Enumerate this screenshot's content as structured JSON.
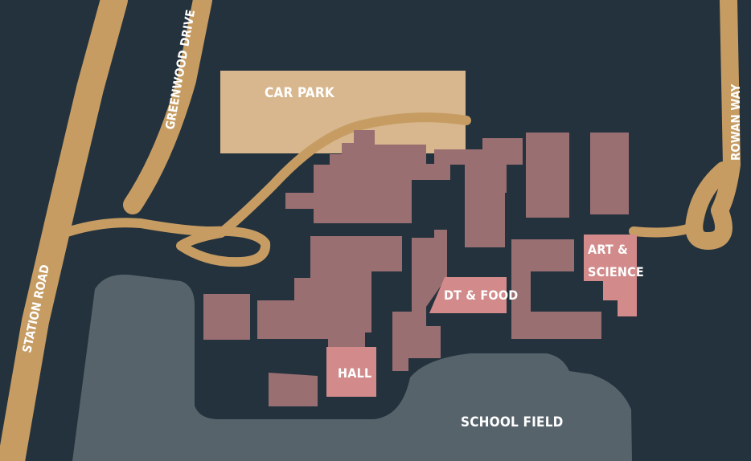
{
  "map": {
    "colors": {
      "background": "#24323d",
      "road": "#c69c62",
      "car_park": "#d8b78e",
      "building": "#9a6f72",
      "highlight_building": "#d28a8a",
      "field": "#56636b",
      "label": "#ffffff"
    },
    "roads": {
      "station_road": "STATION ROAD",
      "greenwood_drive": "GREENWOOD DRIVE",
      "rowan_way": "ROWAN WAY"
    },
    "areas": {
      "car_park": "CAR PARK",
      "school_field": "SCHOOL FIELD"
    },
    "buildings": {
      "hall": "HALL",
      "dt_food": "DT & FOOD",
      "art_science_line1": "ART &",
      "art_science_line2": "SCIENCE"
    }
  }
}
